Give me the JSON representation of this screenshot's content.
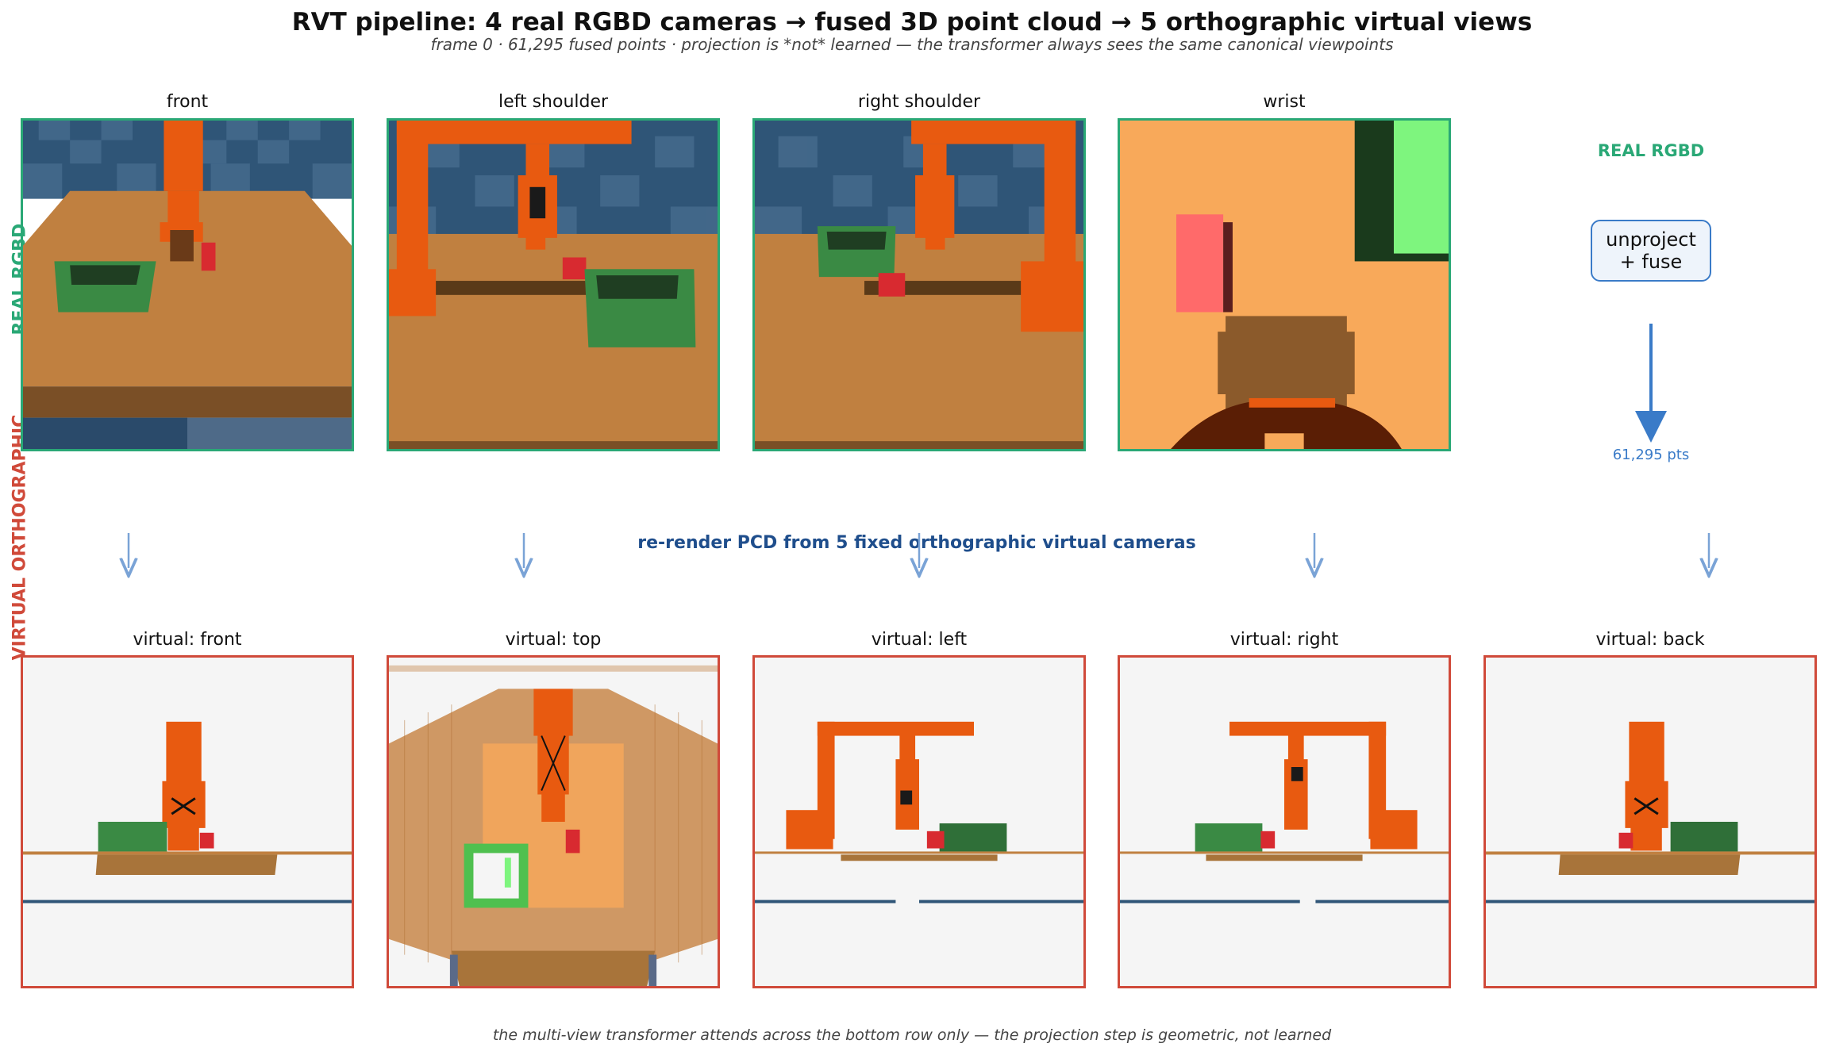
{
  "header": {
    "title": "RVT pipeline:  4 real RGBD cameras  →  fused 3D point cloud  →  5 orthographic virtual views",
    "subtitle": "frame 0 · 61,295 fused points · projection is *not* learned — the transformer always sees the same canonical viewpoints"
  },
  "side_labels": {
    "real": "REAL  RGBD",
    "virtual": "VIRTUAL  ORTHOGRAPHIC"
  },
  "real_cameras": [
    {
      "label": "front"
    },
    {
      "label": "left shoulder"
    },
    {
      "label": "right shoulder"
    },
    {
      "label": "wrist"
    }
  ],
  "fusion": {
    "heading": "REAL RGBD",
    "box_line1": "unproject",
    "box_line2": "+ fuse",
    "points": "61,295 pts"
  },
  "rerender_label": "re-render PCD from 5 fixed orthographic virtual cameras",
  "virtual_views": [
    {
      "label": "virtual: front"
    },
    {
      "label": "virtual: top"
    },
    {
      "label": "virtual: left"
    },
    {
      "label": "virtual: right"
    },
    {
      "label": "virtual: back"
    }
  ],
  "footer": "the multi-view transformer attends across the bottom row only — the projection step is geometric, not learned",
  "colors": {
    "real_accent": "#2aa876",
    "virtual_accent": "#d04a3a",
    "arrow_blue": "#3a7bc8",
    "rerender_text": "#1f4e8c"
  }
}
